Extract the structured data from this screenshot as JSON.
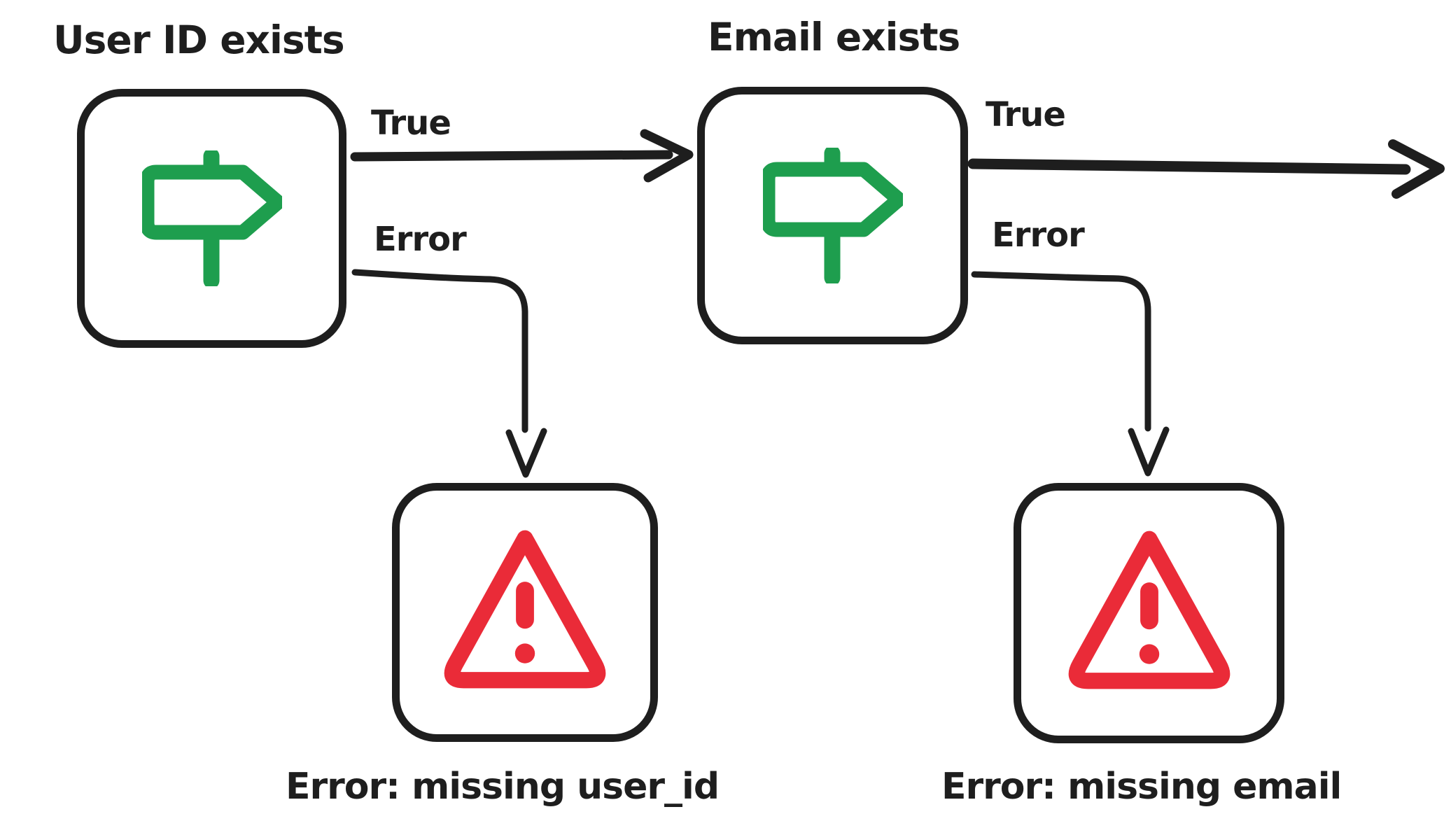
{
  "canvas": {
    "width": "2073",
    "height": "1183",
    "background": "#ffffff"
  },
  "colors": {
    "stroke": "#1e1e1e",
    "green": "#1e9e4e",
    "red": "#ea2b38",
    "white": "#ffffff"
  },
  "node1": {
    "title": "User ID exists",
    "icon": "signpost-icon",
    "true_label": "True",
    "error_label": "Error"
  },
  "node2": {
    "title": "Email exists",
    "icon": "signpost-icon",
    "true_label": "True",
    "error_label": "Error"
  },
  "error1": {
    "icon": "warning-triangle-icon",
    "caption": "Error: missing user_id"
  },
  "error2": {
    "icon": "warning-triangle-icon",
    "caption": "Error: missing email"
  }
}
